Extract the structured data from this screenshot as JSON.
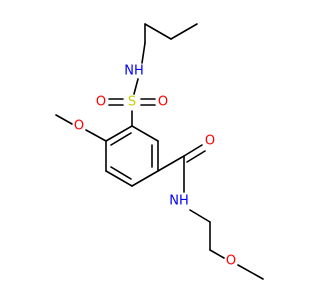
{
  "molecule": {
    "atoms": {
      "sulfonamide_nh": "NH",
      "sulfur": "S",
      "sulfonyl_o_left": "O",
      "sulfonyl_o_right": "O",
      "methoxy_o": "O",
      "carbonyl_o": "O",
      "amide_nh": "NH",
      "ether_o": "O"
    },
    "colors": {
      "oxygen": "#ff0000",
      "nitrogen": "#0000ff",
      "sulfur": "#cccc00",
      "bond": "#000000"
    }
  }
}
